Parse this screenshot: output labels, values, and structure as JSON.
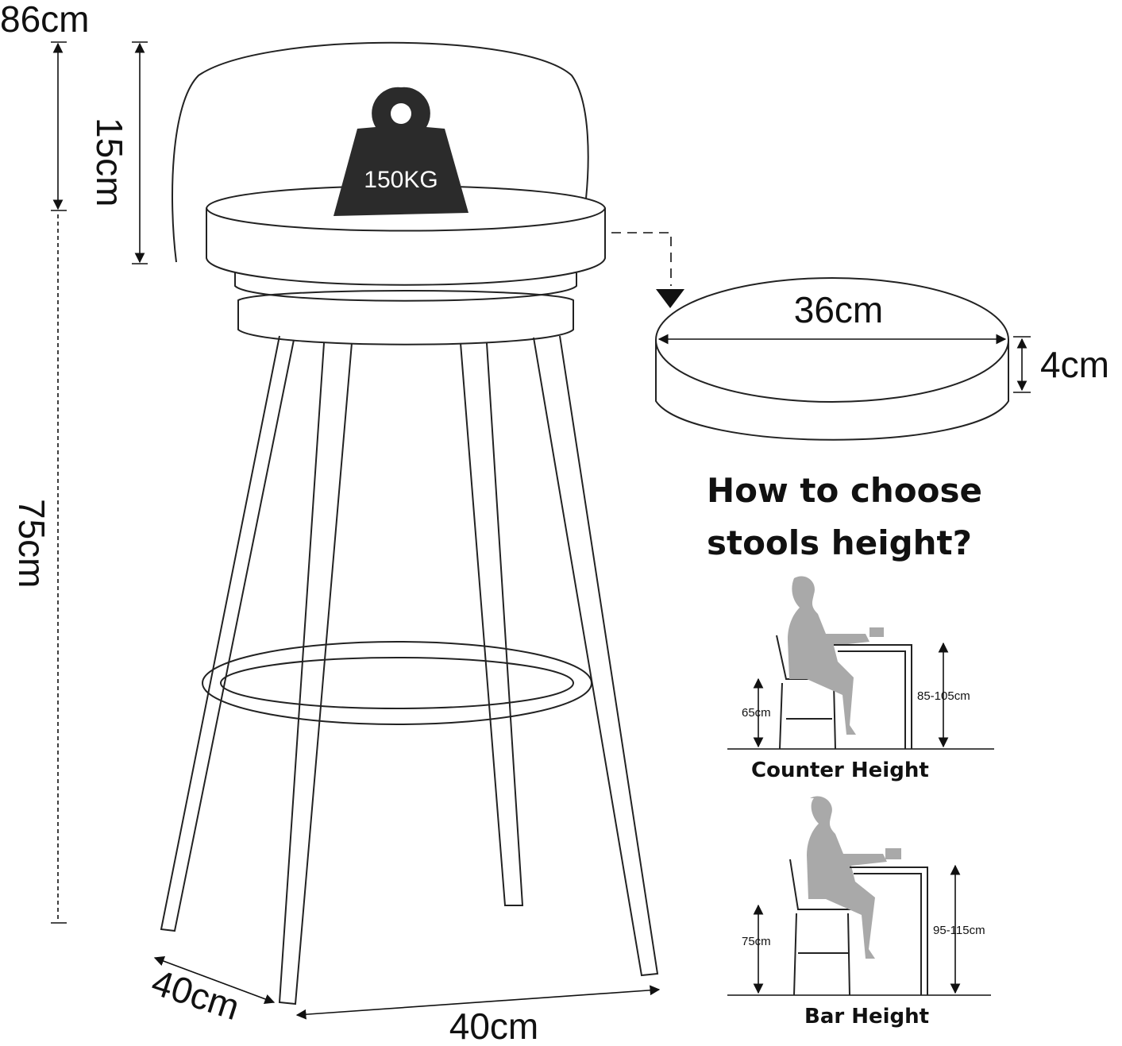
{
  "dimensions": {
    "total_height": "86cm",
    "backrest_height": "15cm",
    "seat_height": "75cm",
    "max_load": "150KG",
    "seat_diameter": "36cm",
    "cushion_thickness": "4cm",
    "depth": "40cm",
    "width": "40cm"
  },
  "guide": {
    "title_line1": "How to choose",
    "title_line2": "stools height?",
    "counter": {
      "stool": "65cm",
      "table": "85-105cm",
      "caption": "Counter Height"
    },
    "bar": {
      "stool": "75cm",
      "table": "95-115cm",
      "caption": "Bar Height"
    }
  },
  "colors": {
    "line": "#222222",
    "weight": "#2b2b2b",
    "figure": "#a9a9a9"
  }
}
